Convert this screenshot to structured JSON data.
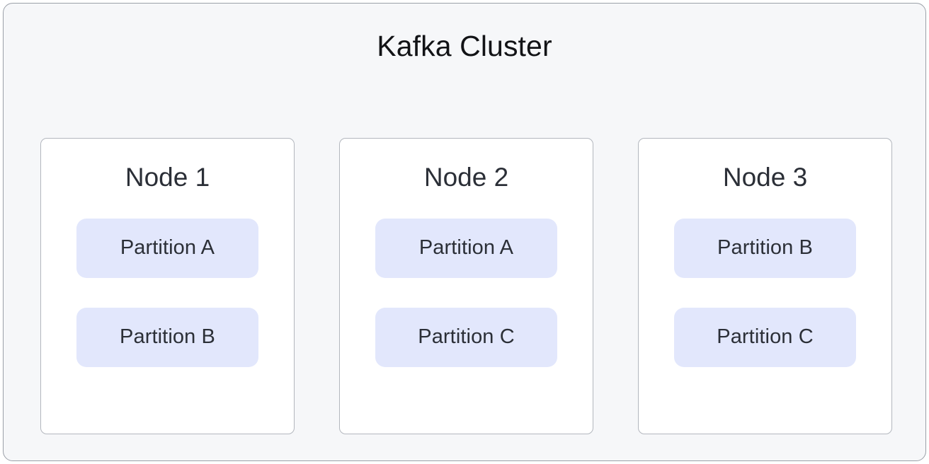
{
  "diagram": {
    "title": "Kafka Cluster",
    "colors": {
      "panel_background": "#f6f7f9",
      "panel_border": "#9ba0a8",
      "card_background": "#ffffff",
      "card_border": "#b3b7be",
      "chip_background": "#e2e7fc",
      "text_primary": "#121316",
      "text_secondary": "#2b2f37"
    },
    "nodes": [
      {
        "name": "Node 1",
        "partitions": [
          {
            "label": "Partition A"
          },
          {
            "label": "Partition B"
          }
        ]
      },
      {
        "name": "Node 2",
        "partitions": [
          {
            "label": "Partition A"
          },
          {
            "label": "Partition C"
          }
        ]
      },
      {
        "name": "Node 3",
        "partitions": [
          {
            "label": "Partition B"
          },
          {
            "label": "Partition C"
          }
        ]
      }
    ]
  }
}
